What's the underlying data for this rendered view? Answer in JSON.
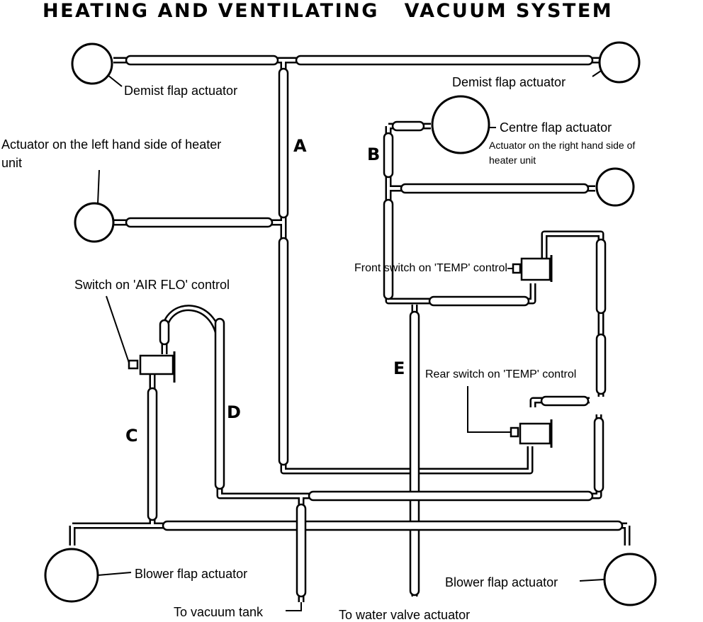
{
  "title": "HEATING AND VENTILATING   VACUUM SYSTEM",
  "labels": {
    "demist_left": "Demist flap actuator",
    "demist_right": "Demist flap actuator",
    "actuator_left_line1": "Actuator on the left hand side of heater",
    "actuator_left_line2": "unit",
    "centre_flap": "Centre flap actuator",
    "actuator_right_line1": "Actuator on the right hand side of",
    "actuator_right_line2": "heater unit",
    "front_switch": "Front switch on 'TEMP' control",
    "rear_switch": "Rear switch on 'TEMP' control",
    "switch_air_flo": "Switch on 'AIR FLO' control",
    "blower_left": "Blower flap actuator",
    "blower_right": "Blower flap actuator",
    "vacuum_tank": "To vacuum tank",
    "water_valve": "To water valve actuator"
  },
  "pipe_letters": {
    "a": "A",
    "b": "B",
    "c": "C",
    "d": "D",
    "e": "E"
  }
}
